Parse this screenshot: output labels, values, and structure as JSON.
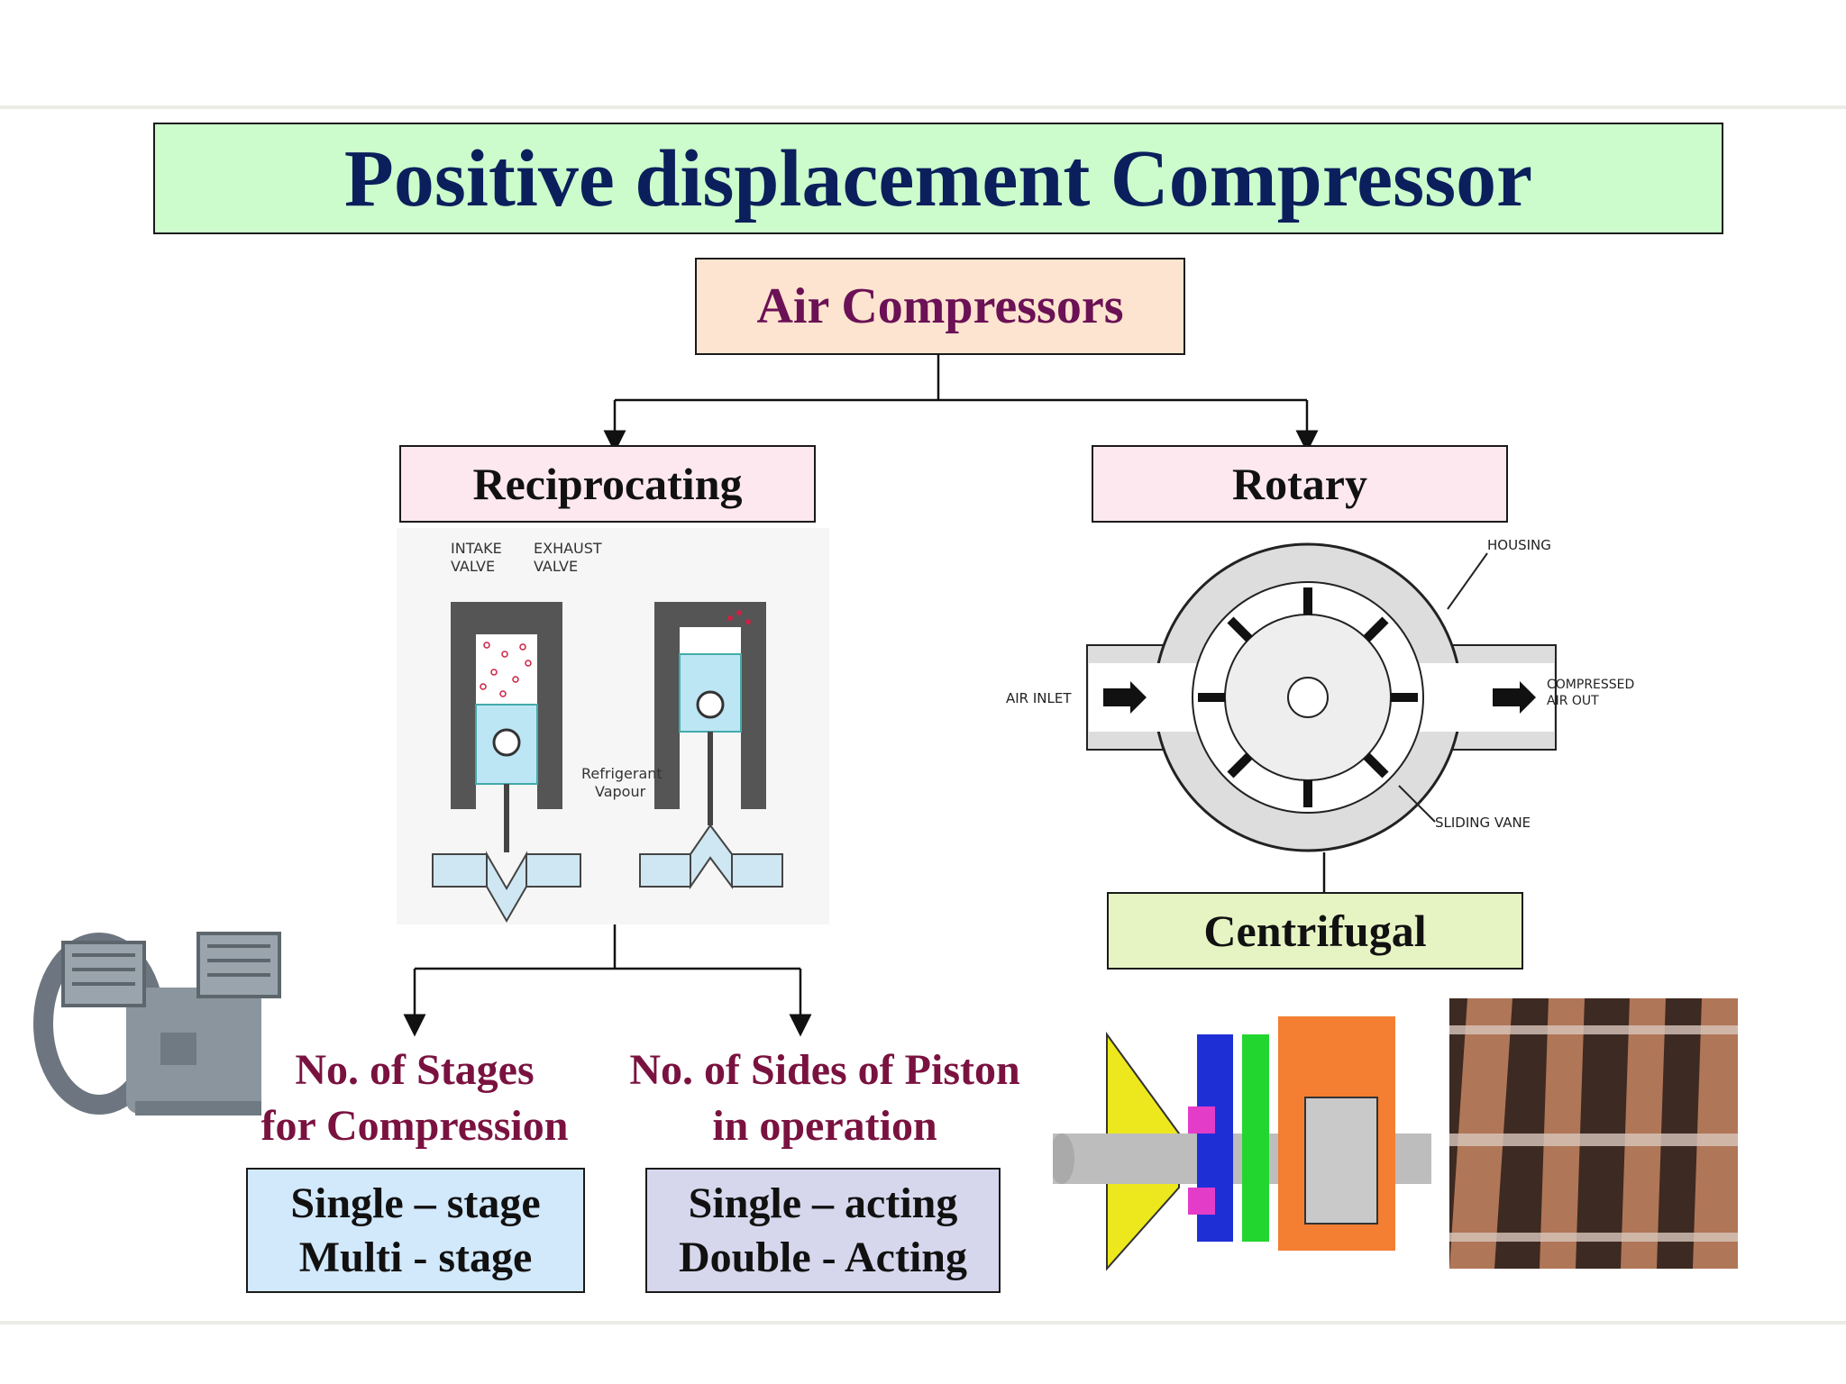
{
  "title": "Positive displacement Compressor",
  "root": "Air Compressors",
  "branches": {
    "reciprocating": "Reciprocating",
    "rotary": "Rotary",
    "centrifugal": "Centrifugal"
  },
  "categories": {
    "stages": {
      "line1": "No. of Stages",
      "line2": "for Compression"
    },
    "sides": {
      "line1": "No. of Sides of Piston",
      "line2": "in operation"
    }
  },
  "options": {
    "stages": [
      "Single – stage",
      "Multi - stage"
    ],
    "sides": [
      "Single – acting",
      "Double - Acting"
    ]
  },
  "piston_diagram": {
    "intake": [
      "INTAKE",
      "VALVE"
    ],
    "exhaust": [
      "EXHAUST",
      "VALVE"
    ],
    "refrigerant": [
      "Refrigerant",
      "Vapour"
    ]
  },
  "vane_diagram": {
    "housing": "HOUSING",
    "air_inlet": "AIR INLET",
    "compressed": [
      "COMPRESSED",
      "AIR OUT"
    ],
    "sliding_vane": "SLIDING VANE"
  },
  "colors": {
    "title_bg": "#ccfccc",
    "title_text": "#0b1f5c",
    "root_bg": "#fde4d0",
    "root_text": "#6b1155",
    "branch_bg": "#fde8ef",
    "centrifugal_bg": "#e6f4c3",
    "category_text": "#7a1240",
    "stages_bg": "#d2e8fb",
    "sides_bg": "#d6d6ec"
  }
}
